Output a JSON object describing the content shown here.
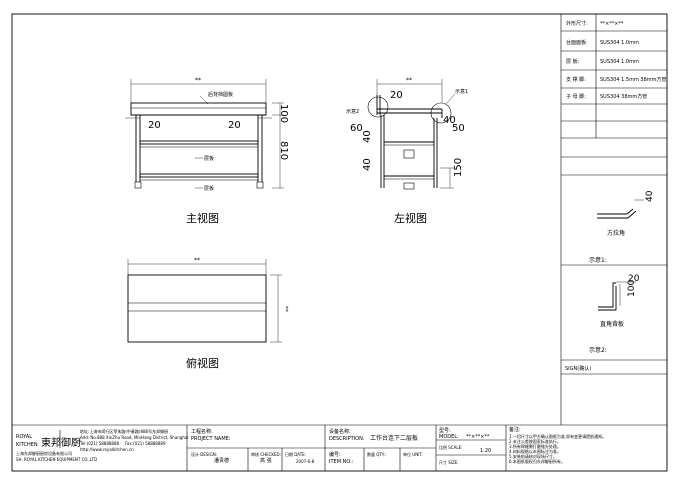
{
  "spec": {
    "title_label": "外形尺寸:",
    "title_value": "**×**×**",
    "rows": [
      {
        "label": "台面面板:",
        "value": "SUS304 1.0mm"
      },
      {
        "label": "层    板:",
        "value": "SUS304 1.0mm"
      },
      {
        "label": "支 撑 脚:",
        "value": "SUS304 1.5mm 38mm方管"
      },
      {
        "label": "子 母 脚:",
        "value": "SUS304 38mm方管"
      }
    ]
  },
  "front_view": {
    "caption": "主视图",
    "width_dim": "**",
    "backsplash_label": "后背挡圆板",
    "dim_left_20": "20",
    "dim_right_20": "20",
    "dim_100": "100",
    "dim_810": "810",
    "shelf_label_1": "层板",
    "shelf_label_2": "层板"
  },
  "side_view": {
    "caption": "左视图",
    "depth_dim": "**",
    "dim_20": "20",
    "detail_2": "示意2",
    "detail_1": "示意1",
    "dim_60": "60",
    "dim_40a": "40",
    "dim_50": "50",
    "dim_40b": "40",
    "dim_40c": "40",
    "dim_150": "150"
  },
  "top_view": {
    "caption": "俯视图",
    "width_dim": "**",
    "depth_dim": "**"
  },
  "detail_1": {
    "dim": "40",
    "label": "方拉角",
    "caption": "示意1:"
  },
  "detail_2": {
    "dim_20": "20",
    "dim_100": "100",
    "label": "直角背板",
    "caption": "示意2:"
  },
  "sign_label": "SIGN(确认)",
  "company": {
    "brand_en_1": "ROYAL",
    "brand_en_2": "KITCHEN",
    "brand_cn": "東邦御厨",
    "name_line": "上海东邦御厨厨房设备有限公司",
    "name_en": "SH. ROYAL KITCHEN EQUIPMENT CO.,LTD",
    "address": "地址:上海市闵行区莘朱路(中春路)888号东邦御厨",
    "address_en": "Add: No.888 XinZhu Road, MinHang District, Shanghai",
    "tel": "Tel:(021) 58888888",
    "fax": "Fax:(021) 58888889",
    "web": "http://www.royalkitchen.cn"
  },
  "project": {
    "name_label": "工程名称:",
    "name_en": "PROJECT NAME:",
    "design_label": "设计 DESIGN:",
    "designer": "潘贵德",
    "check_label": "审核 CHECKED:",
    "checker": "高 强",
    "date_label": "日期 DATE:",
    "date": "2007-6-8"
  },
  "equipment": {
    "desc_label": "设备名称:",
    "desc_en": "DESCRIPTION:",
    "desc_value": "工作台连下二层板",
    "item_label": "编号:",
    "item_en": "ITEM NO.:",
    "qty_label": "数量 QTY.:",
    "qty_value": "",
    "unit_label": "单位 UNIT:",
    "unit_value": "",
    "model_label": "型号:",
    "model_en": "MODEL:",
    "model_value": "**×**×**",
    "scale_label": "比例 SCALE:",
    "scale_value": "1:20",
    "size_label": "尺寸 SIZE:",
    "size_value": ""
  },
  "notes": {
    "heading": "备注:",
    "lines": [
      "1.一切尺寸以甲方确认图纸为准,如有变更请提前通知。",
      "2.未注公差按国家标准执行。",
      "3.所有焊缝需打磨抛光处理。",
      "4.材料规格以本图标注为准。",
      "5.安装前请核对现场尺寸。",
      "6.本图纸版权归东邦御厨所有。"
    ]
  }
}
